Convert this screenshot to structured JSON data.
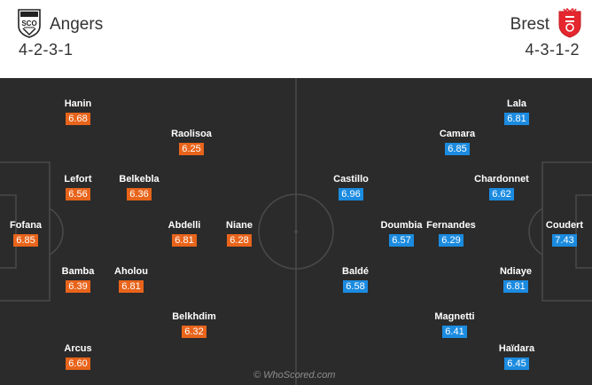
{
  "home": {
    "name": "Angers",
    "formation": "4-2-3-1",
    "crest_icon": "angers-sco-crest-icon",
    "crest_text": "SCO",
    "color": "#e8641b",
    "players": [
      {
        "name": "Fofana",
        "rating": "6.85"
      },
      {
        "name": "Lefort",
        "rating": "6.56"
      },
      {
        "name": "Bamba",
        "rating": "6.39"
      },
      {
        "name": "Hanin",
        "rating": "6.68"
      },
      {
        "name": "Arcus",
        "rating": "6.60"
      },
      {
        "name": "Belkebla",
        "rating": "6.36"
      },
      {
        "name": "Aholou",
        "rating": "6.81"
      },
      {
        "name": "Raolisoa",
        "rating": "6.25"
      },
      {
        "name": "Abdelli",
        "rating": "6.81"
      },
      {
        "name": "Belkhdim",
        "rating": "6.32"
      },
      {
        "name": "Niane",
        "rating": "6.28"
      }
    ]
  },
  "away": {
    "name": "Brest",
    "formation": "4-3-1-2",
    "crest_icon": "brest-shield-crest-icon",
    "color": "#1b8be0",
    "players": [
      {
        "name": "Coudert",
        "rating": "7.43"
      },
      {
        "name": "Chardonnet",
        "rating": "6.62"
      },
      {
        "name": "Ndiaye",
        "rating": "6.81"
      },
      {
        "name": "Lala",
        "rating": "6.81"
      },
      {
        "name": "Haïdara",
        "rating": "6.45"
      },
      {
        "name": "Fernandes",
        "rating": "6.29"
      },
      {
        "name": "Camara",
        "rating": "6.85"
      },
      {
        "name": "Magnetti",
        "rating": "6.41"
      },
      {
        "name": "Doumbia",
        "rating": "6.57"
      },
      {
        "name": "Castillo",
        "rating": "6.96"
      },
      {
        "name": "Baldé",
        "rating": "6.58"
      }
    ]
  },
  "watermark": "© WhoScored.com",
  "pitch_color": "#2b2b2b",
  "line_color": "#4a4a4a"
}
